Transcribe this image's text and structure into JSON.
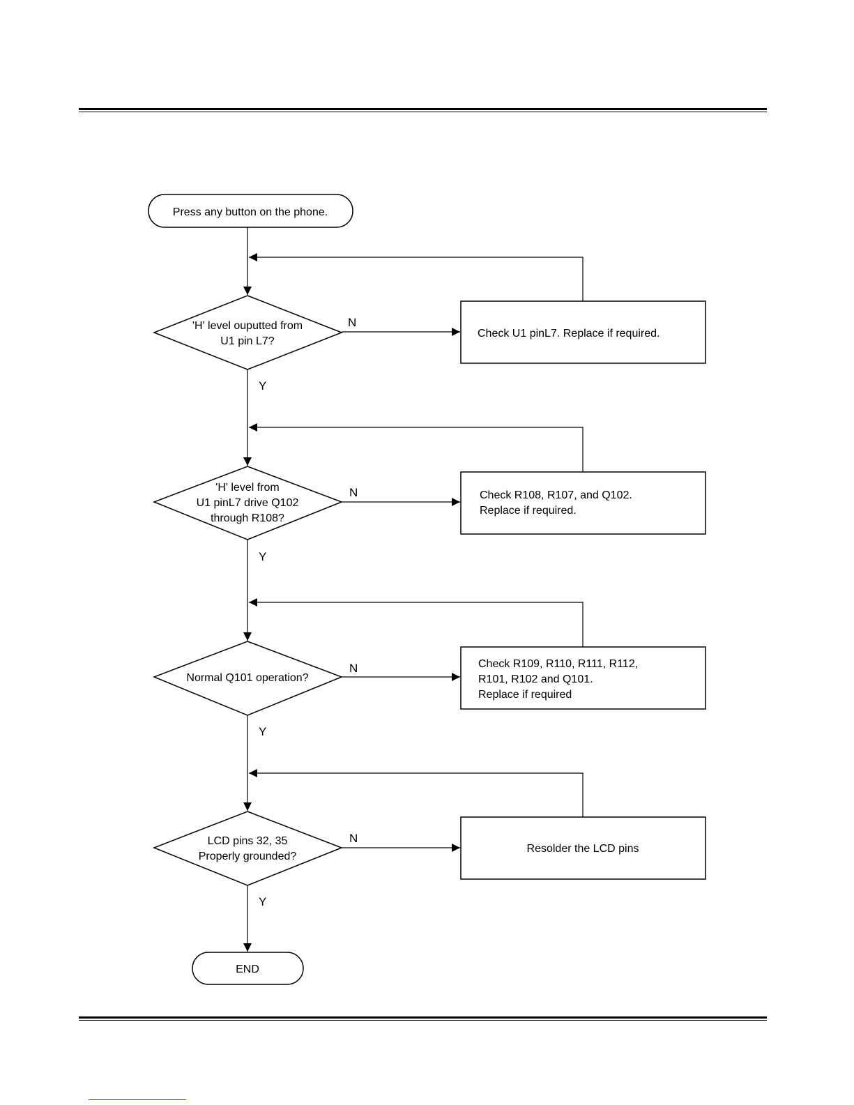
{
  "colors": {
    "stroke": "#000000",
    "background": "#ffffff",
    "footer_link": "#2a2ae0"
  },
  "flowchart": {
    "start": {
      "lines": [
        "Press any button on the phone."
      ]
    },
    "end": {
      "lines": [
        "END"
      ]
    },
    "branch_labels": {
      "no": "N",
      "yes": "Y"
    },
    "decisions": [
      {
        "lines": [
          "'H' level ouputted from",
          "U1 pin L7?"
        ],
        "action_lines": [
          "Check U1 pinL7. Replace if required."
        ],
        "action_align": "left"
      },
      {
        "lines": [
          "'H' level from",
          "U1 pinL7 drive Q102",
          "through R108?"
        ],
        "action_lines": [
          "Check R108, R107, and Q102.",
          "Replace if required."
        ],
        "action_align": "left"
      },
      {
        "lines": [
          "Normal Q101 operation?"
        ],
        "action_lines": [
          "Check R109, R110, R111, R112,",
          "R101, R102 and Q101.",
          "Replace if required"
        ],
        "action_align": "left"
      },
      {
        "lines": [
          "LCD pins 32, 35",
          "Properly grounded?"
        ],
        "action_lines": [
          "Resolder the LCD pins"
        ],
        "action_align": "center"
      }
    ]
  }
}
